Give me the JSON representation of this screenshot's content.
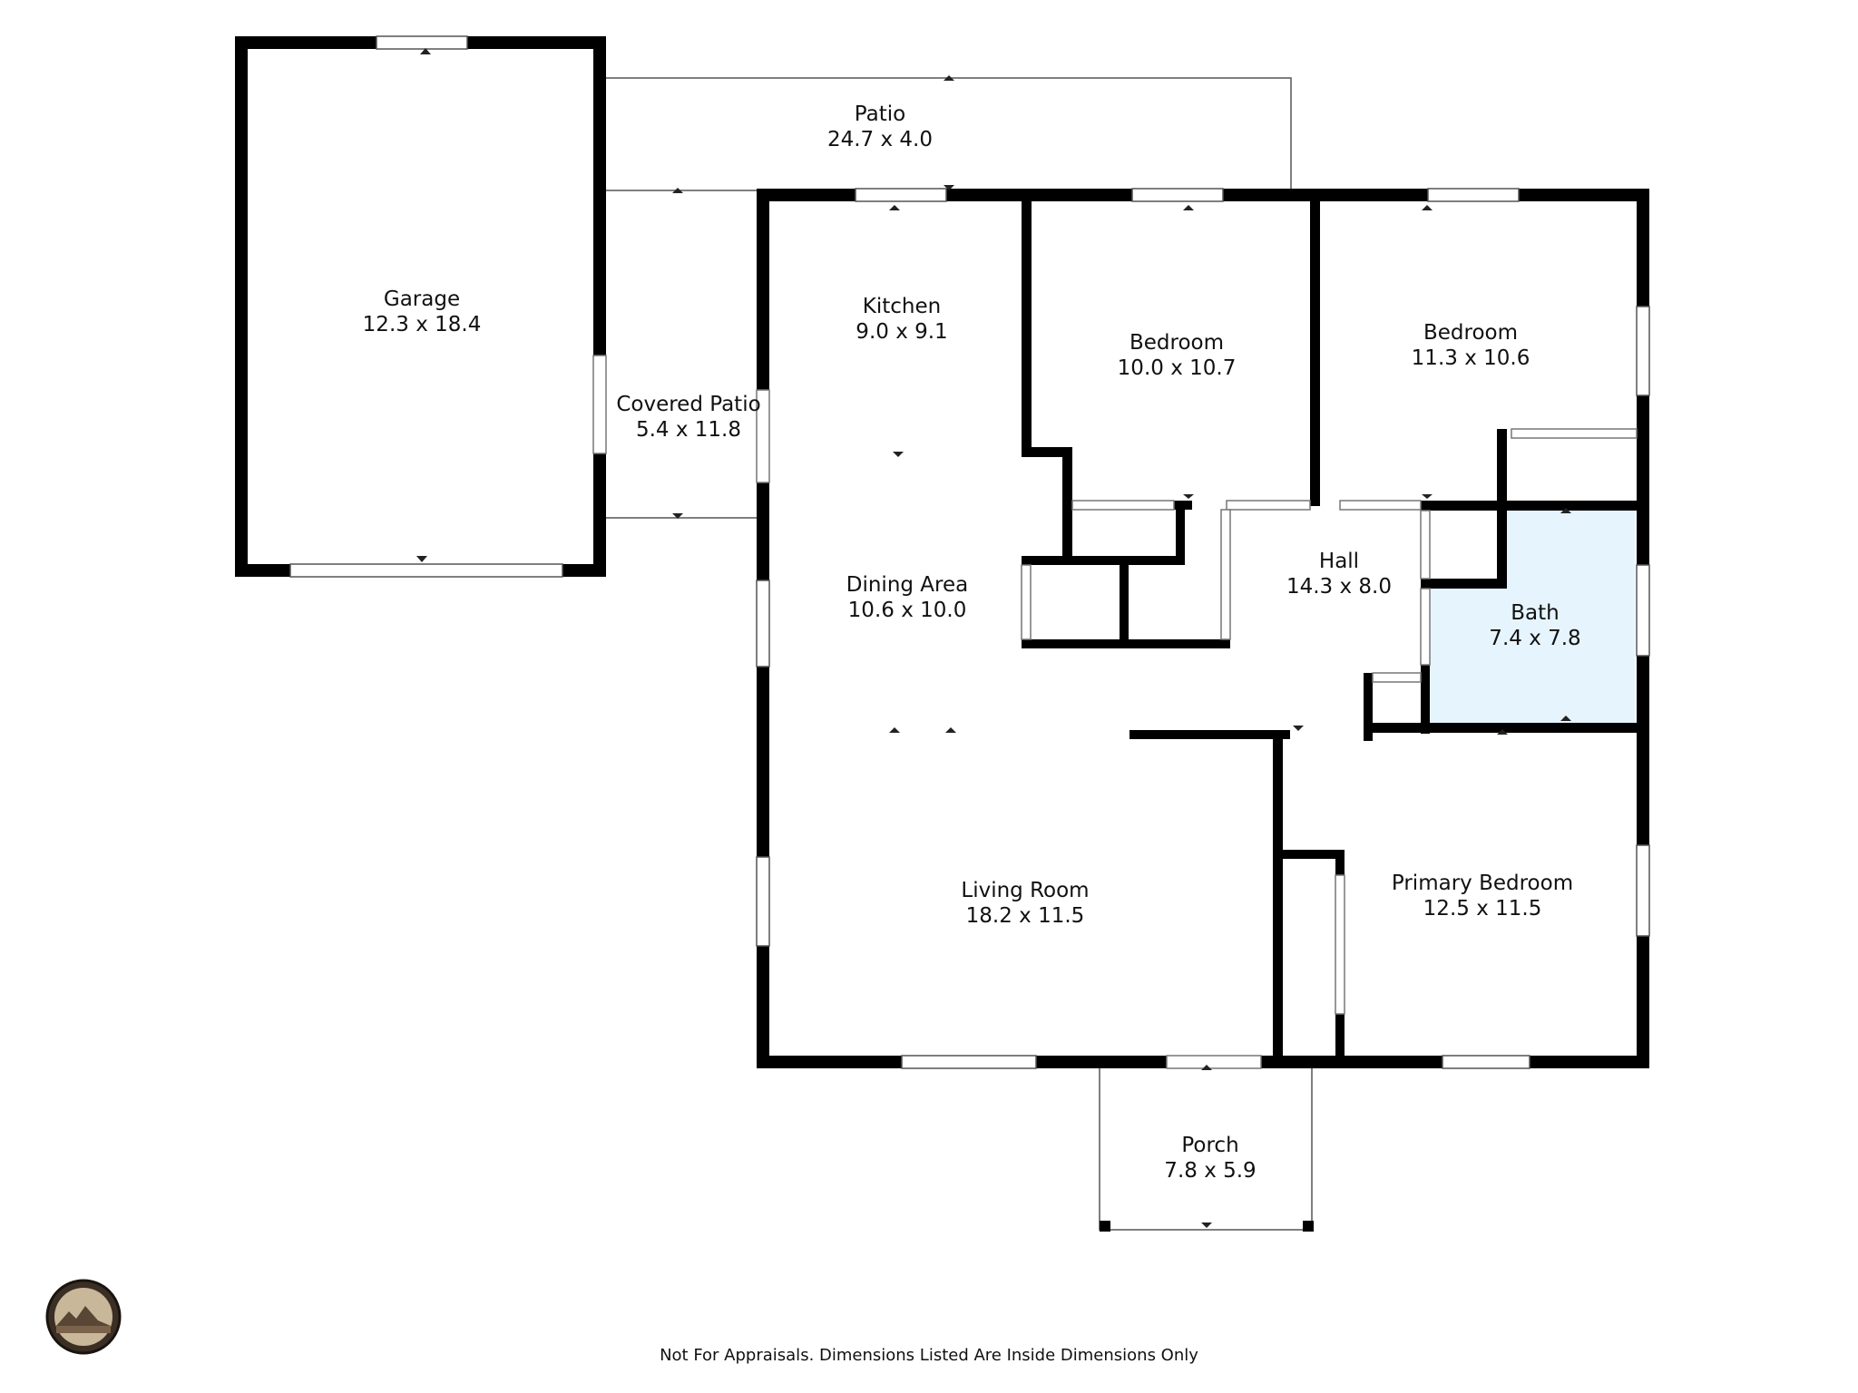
{
  "plan": {
    "rooms": [
      {
        "id": "garage",
        "name": "Garage",
        "dims": "12.3 x 18.4"
      },
      {
        "id": "patio",
        "name": "Patio",
        "dims": "24.7 x 4.0"
      },
      {
        "id": "covered-patio",
        "name": "Covered Patio",
        "dims": "5.4 x 11.8"
      },
      {
        "id": "kitchen",
        "name": "Kitchen",
        "dims": "9.0 x 9.1"
      },
      {
        "id": "bedroom-1",
        "name": "Bedroom",
        "dims": "10.0 x 10.7"
      },
      {
        "id": "bedroom-2",
        "name": "Bedroom",
        "dims": "11.3 x 10.6"
      },
      {
        "id": "dining-area",
        "name": "Dining Area",
        "dims": "10.6 x 10.0"
      },
      {
        "id": "hall",
        "name": "Hall",
        "dims": "14.3 x 8.0"
      },
      {
        "id": "bath",
        "name": "Bath",
        "dims": "7.4 x 7.8"
      },
      {
        "id": "living-room",
        "name": "Living Room",
        "dims": "18.2 x 11.5"
      },
      {
        "id": "primary-bedroom",
        "name": "Primary Bedroom",
        "dims": "12.5 x 11.5"
      },
      {
        "id": "porch",
        "name": "Porch",
        "dims": "7.8 x 5.9"
      }
    ],
    "colors": {
      "wall": "#000000",
      "bath_fill": "#e6f4fd",
      "thin_line": "#555555",
      "window": "#ffffff"
    }
  },
  "footer": {
    "note": "Not For Appraisals. Dimensions Listed Are Inside Dimensions Only"
  }
}
